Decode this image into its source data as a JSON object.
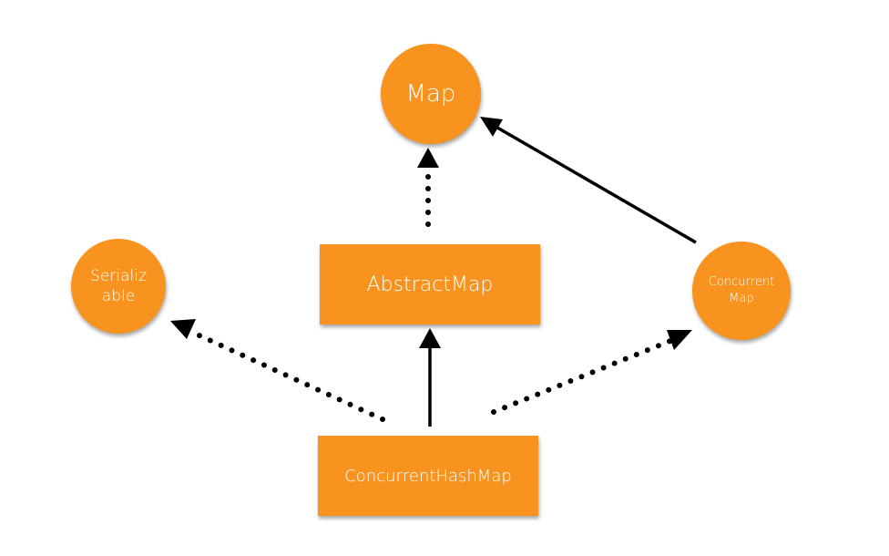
{
  "diagram": {
    "nodes": [
      {
        "id": "map",
        "label": "Map",
        "shape": "circle"
      },
      {
        "id": "serializable",
        "label": "Serializ\nable",
        "shape": "circle"
      },
      {
        "id": "concurrentmap",
        "label": "Concurrent\nMap",
        "shape": "circle"
      },
      {
        "id": "abstractmap",
        "label": "AbstractMap",
        "shape": "rect"
      },
      {
        "id": "chm",
        "label": "ConcurrentHashMap",
        "shape": "rect"
      }
    ],
    "edges": [
      {
        "from": "abstractmap",
        "to": "map",
        "style": "dotted"
      },
      {
        "from": "concurrentmap",
        "to": "map",
        "style": "solid"
      },
      {
        "from": "chm",
        "to": "abstractmap",
        "style": "solid"
      },
      {
        "from": "chm",
        "to": "serializable",
        "style": "dotted"
      },
      {
        "from": "chm",
        "to": "concurrentmap",
        "style": "dotted"
      }
    ]
  },
  "colors": {
    "node_fill": "#f7931e",
    "node_text": "#ffffff",
    "edge": "#000000"
  }
}
